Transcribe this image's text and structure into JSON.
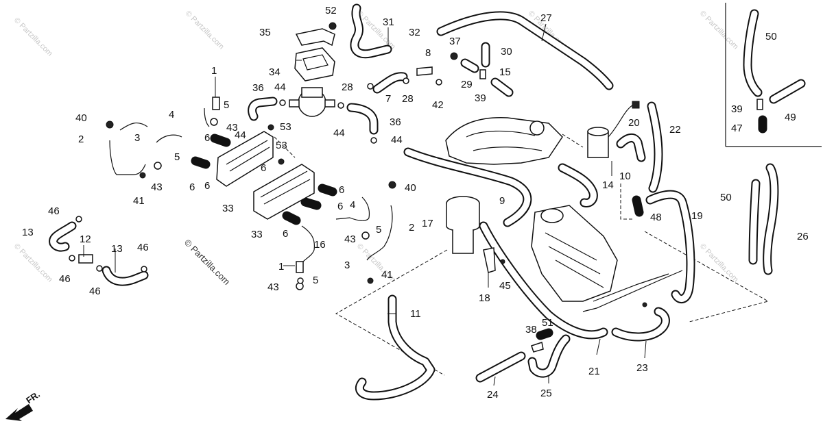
{
  "watermark": "© Partzilla.com",
  "direction_label": "FR.",
  "callouts": [
    "1",
    "2",
    "3",
    "4",
    "5",
    "6",
    "7",
    "8",
    "9",
    "10",
    "11",
    "12",
    "13",
    "14",
    "15",
    "16",
    "17",
    "18",
    "19",
    "20",
    "21",
    "22",
    "23",
    "24",
    "25",
    "26",
    "27",
    "28",
    "29",
    "30",
    "31",
    "32",
    "33",
    "34",
    "35",
    "36",
    "37",
    "38",
    "39",
    "40",
    "41",
    "42",
    "43",
    "44",
    "45",
    "46",
    "47",
    "48",
    "49",
    "50",
    "51",
    "52",
    "53"
  ]
}
